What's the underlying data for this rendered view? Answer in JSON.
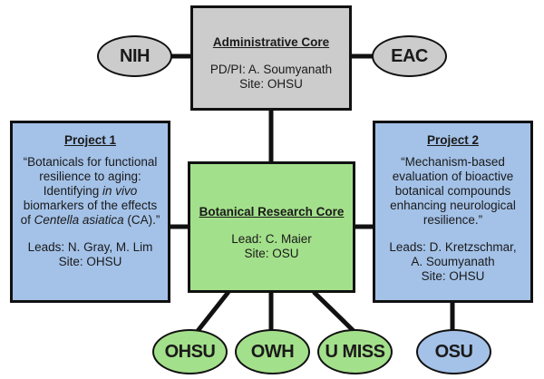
{
  "colors": {
    "admin_fill": "#cccccc",
    "project_fill": "#a4c2e8",
    "core_fill": "#a3e08b",
    "stroke": "#111111"
  },
  "admin_core": {
    "title": "Administrative Core",
    "pi": "PD/PI: A. Soumyanath",
    "site": "Site: OHSU"
  },
  "partners_top": {
    "left": "NIH",
    "right": "EAC"
  },
  "project1": {
    "title": "Project 1",
    "quote_parts": [
      {
        "text": "“Botanicals for functional resilience to aging: Identifying ",
        "italic": false
      },
      {
        "text": "in vivo",
        "italic": true
      },
      {
        "text": " biomarkers of the effects of ",
        "italic": false
      },
      {
        "text": "Centella asiatica",
        "italic": true
      },
      {
        "text": " (CA).”",
        "italic": false
      }
    ],
    "leads": "Leads: N. Gray, M. Lim",
    "site": "Site: OHSU"
  },
  "project2": {
    "title": "Project 2",
    "quote": "“Mechanism-based evaluation of bioactive botanical compounds enhancing neurological resilience.”",
    "leads": "Leads: D. Kretzschmar, A. Soumyanath",
    "site": "Site: OHSU"
  },
  "botanical_core": {
    "title": "Botanical Research Core",
    "lead": "Lead: C. Maier",
    "site": "Site: OSU"
  },
  "core_sites": [
    "OHSU",
    "OWH",
    "U MISS"
  ],
  "project2_site": "OSU"
}
